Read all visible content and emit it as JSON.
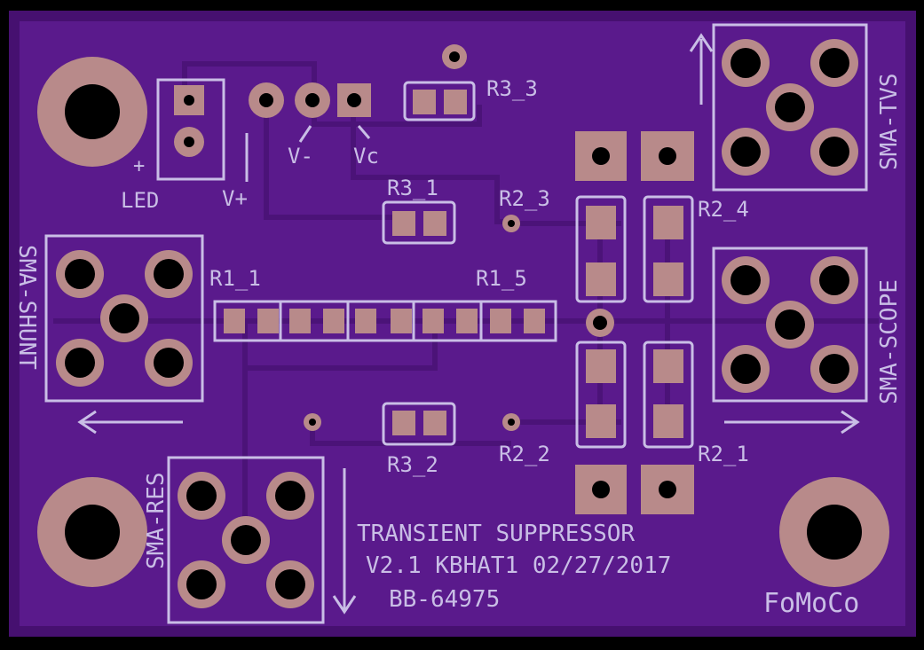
{
  "board": {
    "colors": {
      "board": "#5a1a8c",
      "board_edge": "#461070",
      "copper": "#b88a8a",
      "silk": "#c9bee6",
      "drill": "#000000",
      "trace": "#4b1378"
    },
    "labels": {
      "led": "LED",
      "plus": "+",
      "vplus": "V+",
      "vminus": "V-",
      "vc": "Vc",
      "r3_3": "R3_3",
      "r3_1": "R3_1",
      "r3_2": "R3_2",
      "r2_3": "R2_3",
      "r2_4": "R2_4",
      "r2_2": "R2_2",
      "r2_1": "R2_1",
      "r1_1": "R1_1",
      "r1_5": "R1_5",
      "sma_tvs": "SMA-TVS",
      "sma_shunt": "SMA-SHUNT",
      "sma_scope": "SMA-SCOPE",
      "sma_res": "SMA-RES",
      "title_line1": "TRANSIENT SUPPRESSOR",
      "title_line2": "V2.1 KBHAT1 02/27/2017",
      "title_line3": "BB-64975",
      "maker": "FoMoCo"
    }
  }
}
